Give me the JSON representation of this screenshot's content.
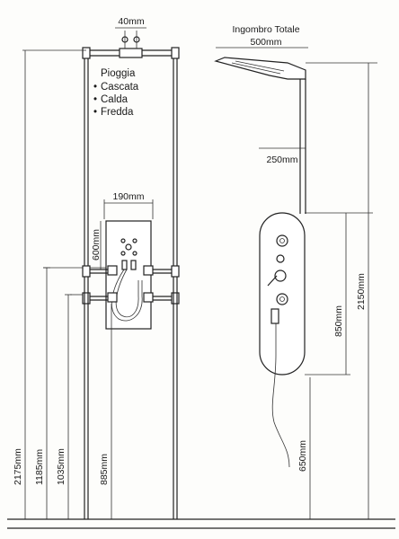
{
  "left_drawing": {
    "top_width": "40mm",
    "legend_title": "Pioggia",
    "legend_items": [
      "Cascata",
      "Calda",
      "Fredda"
    ],
    "bullet_glyph": "•",
    "plate_width": "190mm",
    "plate_height": "600mm",
    "heights": [
      "2175mm",
      "1185mm",
      "1035mm",
      "885mm"
    ]
  },
  "right_drawing": {
    "title": "Ingombro Totale",
    "total_depth": "500mm",
    "arm_depth": "250mm",
    "panel_height": "850mm",
    "total_height": "2150mm",
    "mount_height": "650mm"
  }
}
